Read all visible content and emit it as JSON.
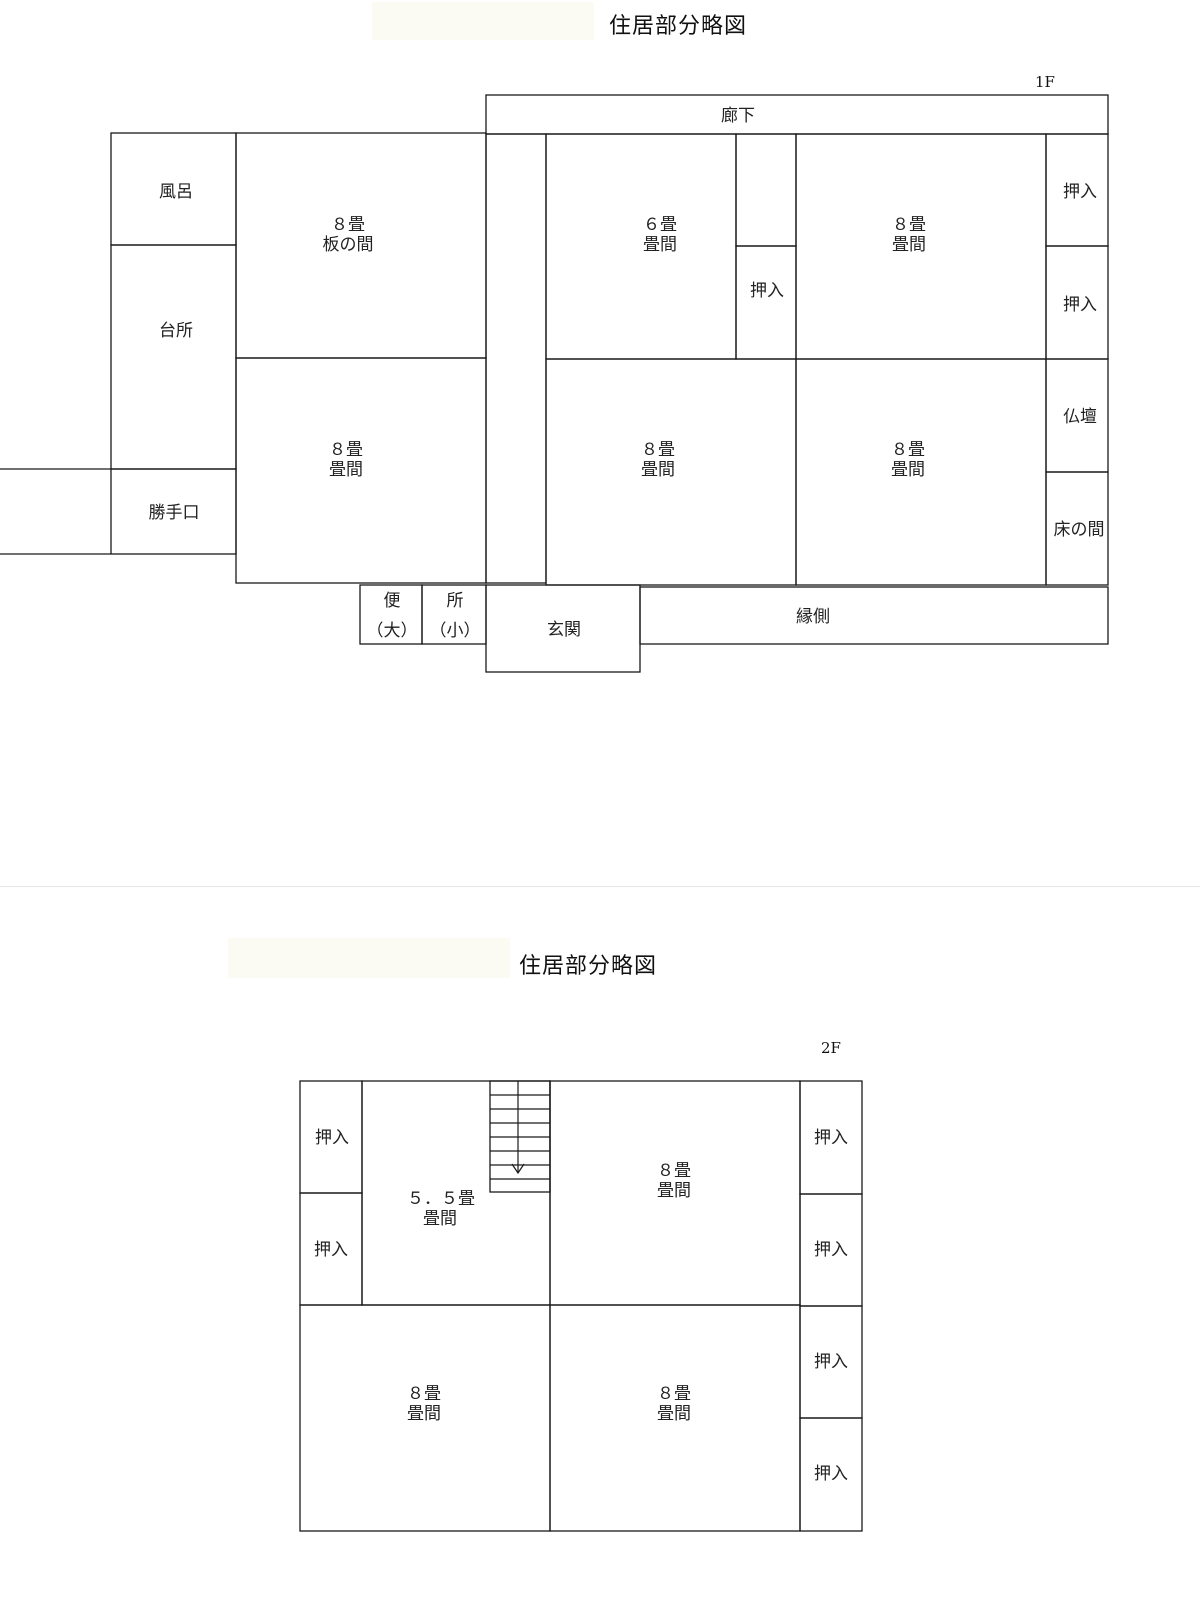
{
  "floor1": {
    "title": "住居部分略図",
    "floor_label": "1F",
    "rooms": {
      "furo": "風呂",
      "daidokoro": "台所",
      "katteguchi": "勝手口",
      "itanoma_size": "８畳",
      "itanoma_type": "板の間",
      "washitsu_a_size": "８畳",
      "washitsu_a_type": "畳間",
      "roka": "廊下",
      "washitsu_6_size": "６畳",
      "washitsu_6_type": "畳間",
      "oshiire_mid": "押入",
      "washitsu_b_size": "８畳",
      "washitsu_b_type": "畳間",
      "oshiire_r1": "押入",
      "oshiire_r2": "押入",
      "washitsu_c_size": "８畳",
      "washitsu_c_type": "畳間",
      "washitsu_d_size": "８畳",
      "washitsu_d_type": "畳間",
      "butsudan": "仏壇",
      "tokonoma": "床の間",
      "ben_top": "便",
      "ben_bottom": "（大）",
      "sho_top": "所",
      "sho_bottom": "（小）",
      "genkan": "玄関",
      "engawa": "縁側"
    }
  },
  "floor2": {
    "title": "住居部分略図",
    "floor_label": "2F",
    "rooms": {
      "oshiire_l1": "押入",
      "oshiire_l2": "押入",
      "washitsu_55_size": "５．５畳",
      "washitsu_55_type": "畳間",
      "washitsu_ne_size": "８畳",
      "washitsu_ne_type": "畳間",
      "oshiire_r1": "押入",
      "oshiire_r2": "押入",
      "oshiire_r3": "押入",
      "oshiire_r4": "押入",
      "washitsu_sw_size": "８畳",
      "washitsu_sw_type": "畳間",
      "washitsu_se_size": "８畳",
      "washitsu_se_type": "畳間"
    }
  }
}
